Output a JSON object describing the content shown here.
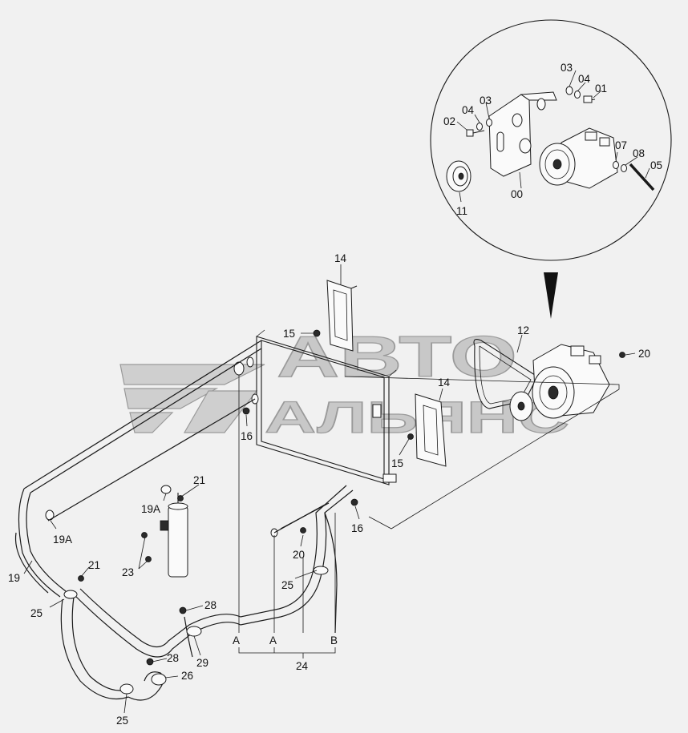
{
  "watermark": {
    "line1": "АВТО",
    "line2": "АЛЬЯНС"
  },
  "callouts": {
    "p00": "00",
    "p01": "01",
    "p02": "02",
    "p03a": "03",
    "p03b": "03",
    "p04a": "04",
    "p04b": "04",
    "p05": "05",
    "p07": "07",
    "p08": "08",
    "p11": "11",
    "p12": "12",
    "p14a": "14",
    "p14b": "14",
    "p15a": "15",
    "p15b": "15",
    "p16a": "16",
    "p16b": "16",
    "p19": "19",
    "p19Aa": "19A",
    "p19Ab": "19A",
    "p20a": "20",
    "p20b": "20",
    "p21a": "21",
    "p21b": "21",
    "p23": "23",
    "p24": "24",
    "p25a": "25",
    "p25b": "25",
    "p25c": "25",
    "p26": "26",
    "p28a": "28",
    "p28b": "28",
    "p29": "29"
  },
  "connection_refs": {
    "a1": "A",
    "a2": "A",
    "b1": "B"
  }
}
